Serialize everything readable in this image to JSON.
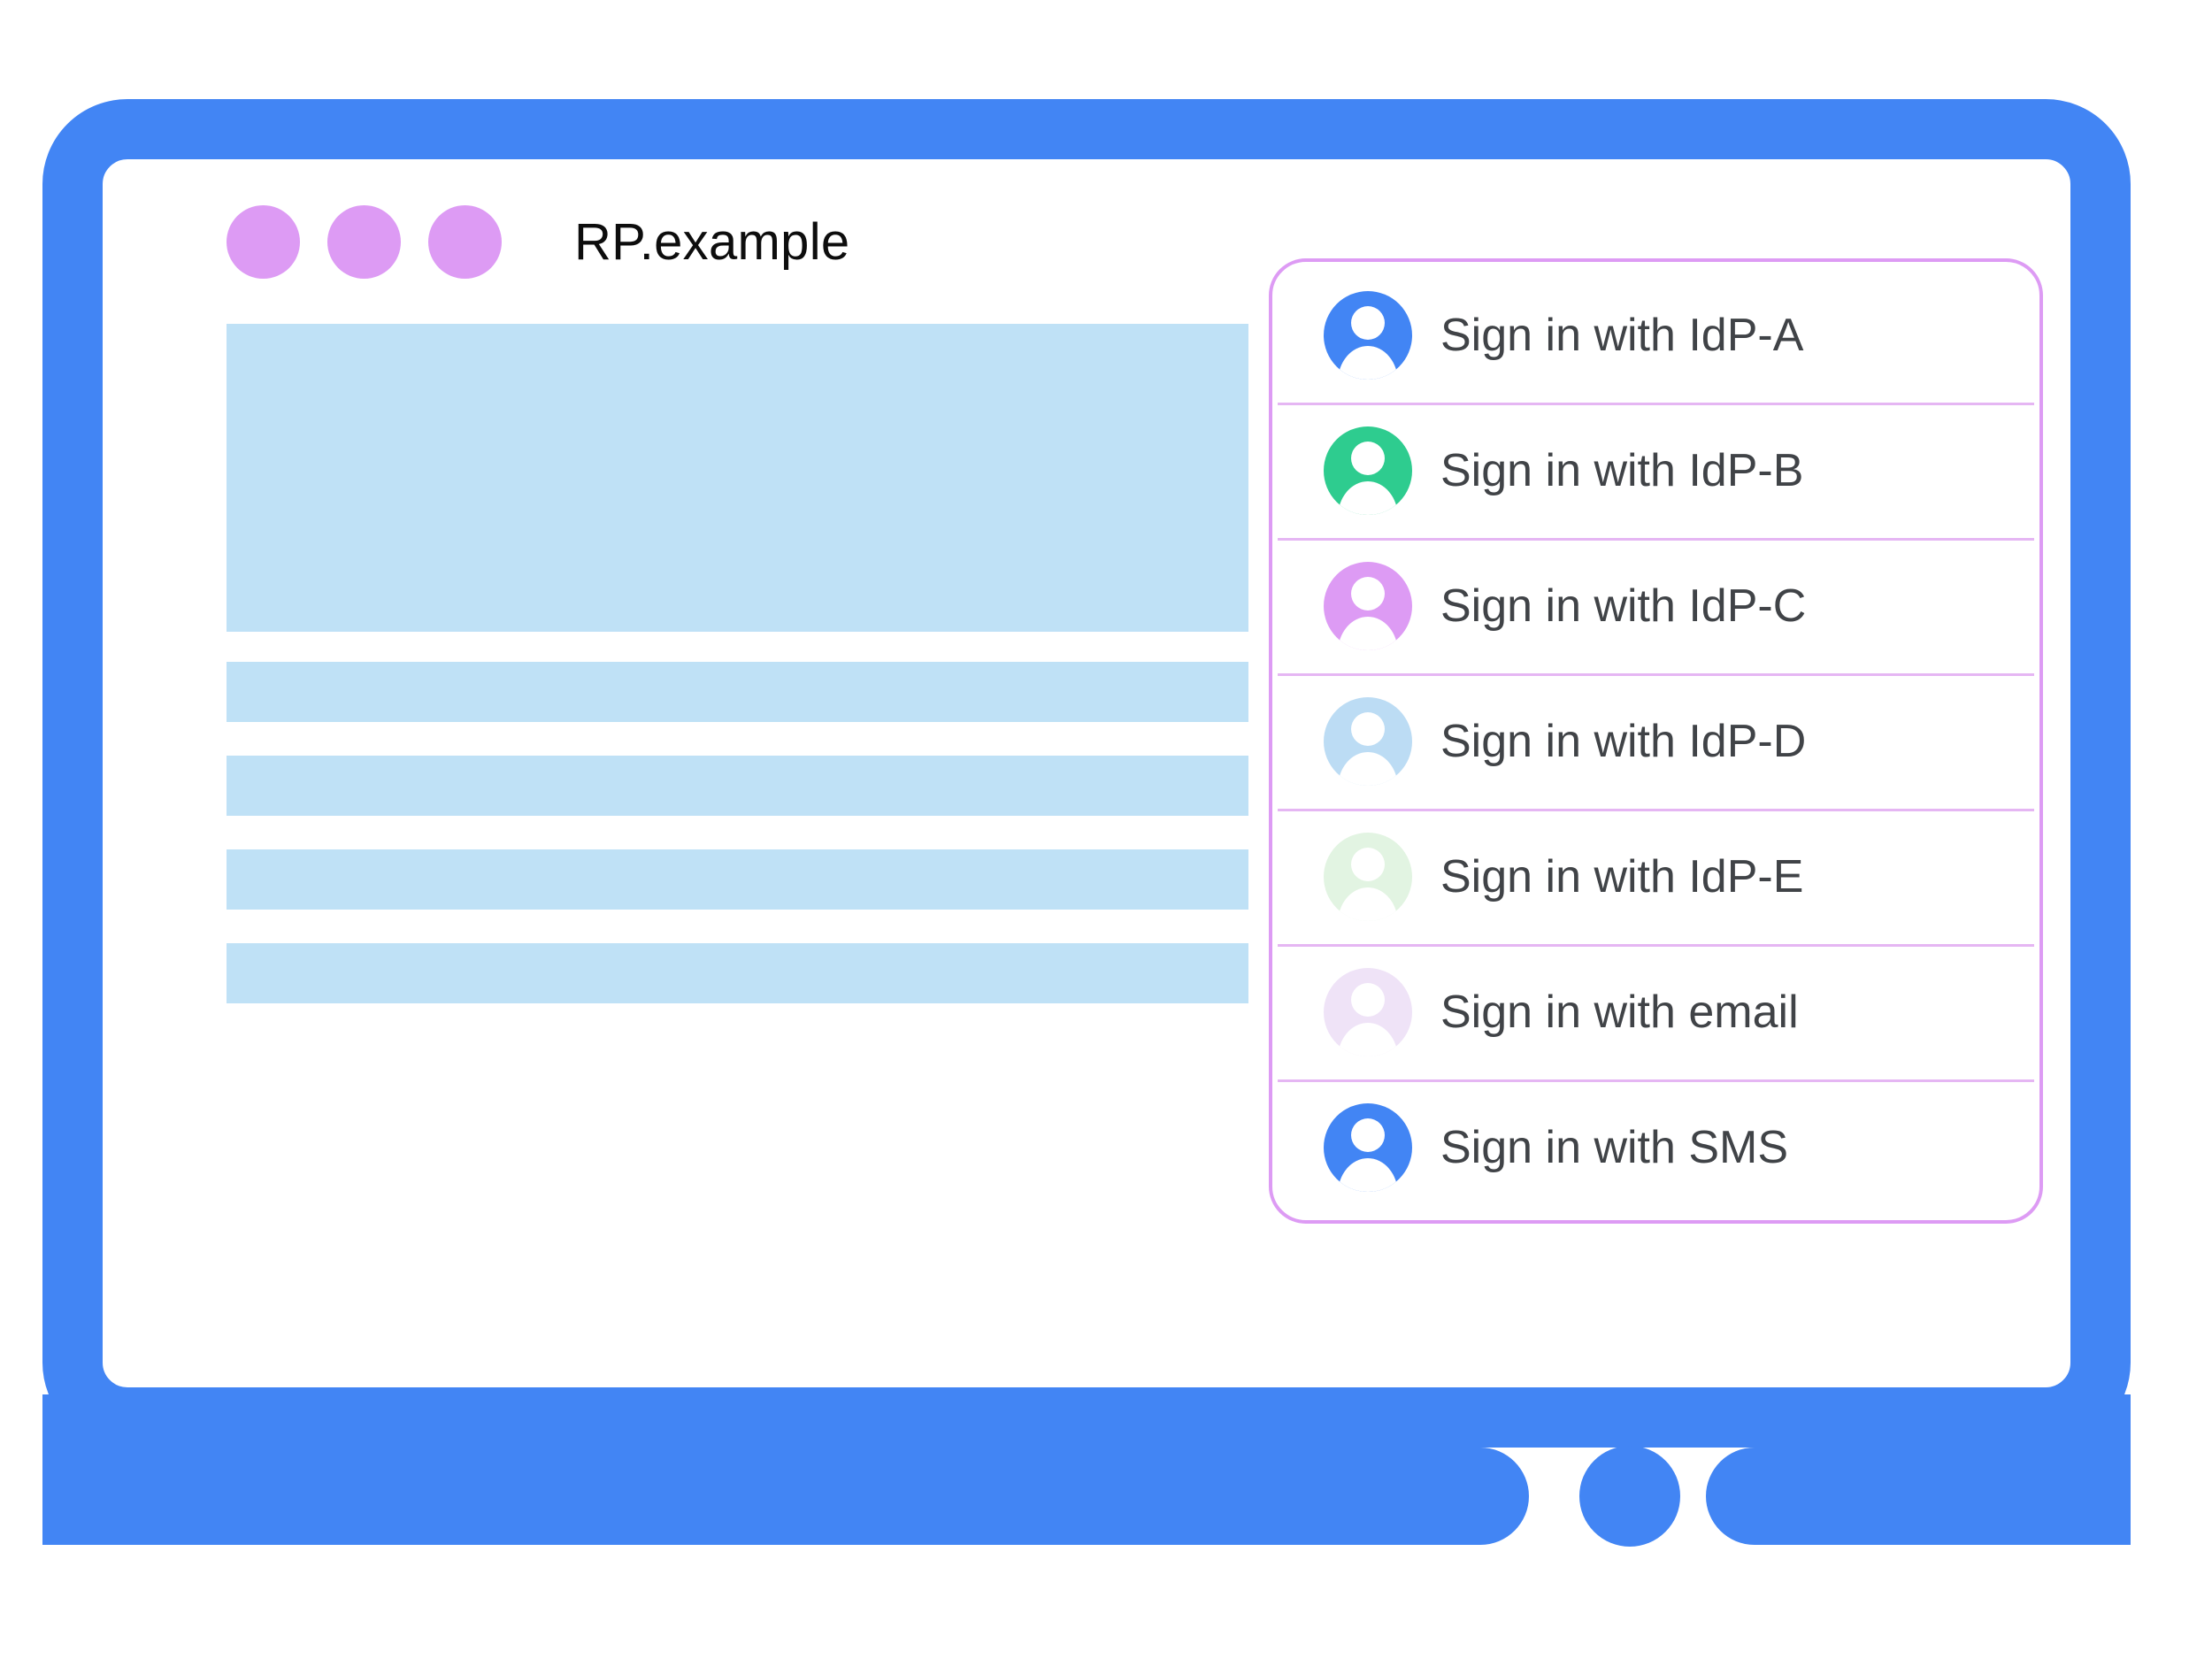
{
  "window": {
    "title": "RP.example",
    "dots": [
      "window-dot-1",
      "window-dot-2",
      "window-dot-3"
    ],
    "dot_color": "#dd9bf4",
    "frame_color": "#4285f4"
  },
  "content": {
    "placeholder_color": "#bfe1f6",
    "blocks": [
      {
        "name": "hero-placeholder",
        "kind": "hero"
      },
      {
        "name": "text-line-placeholder-1",
        "kind": "bar"
      },
      {
        "name": "text-line-placeholder-2",
        "kind": "bar"
      },
      {
        "name": "text-line-placeholder-3",
        "kind": "bar"
      },
      {
        "name": "text-line-placeholder-4",
        "kind": "bar"
      }
    ]
  },
  "account_panel": {
    "border_color": "#dd9bf4",
    "divider_color": "#e5b6f3",
    "label_color": "#404347",
    "items": [
      {
        "label": "Sign in with IdP-A",
        "avatar_color": "#4285f4",
        "icon": "person-avatar-icon"
      },
      {
        "label": "Sign in with IdP-B",
        "avatar_color": "#2ecc8f",
        "icon": "person-avatar-icon"
      },
      {
        "label": "Sign in with IdP-C",
        "avatar_color": "#dd9bf4",
        "icon": "person-avatar-icon"
      },
      {
        "label": "Sign in with IdP-D",
        "avatar_color": "#bcdcf4",
        "icon": "person-avatar-icon"
      },
      {
        "label": "Sign in with IdP-E",
        "avatar_color": "#e2f4e2",
        "icon": "person-avatar-icon"
      },
      {
        "label": "Sign in with email",
        "avatar_color": "#efe3f7",
        "icon": "person-avatar-icon"
      },
      {
        "label": "Sign in with SMS",
        "avatar_color": "#4285f4",
        "icon": "person-avatar-icon"
      }
    ]
  }
}
